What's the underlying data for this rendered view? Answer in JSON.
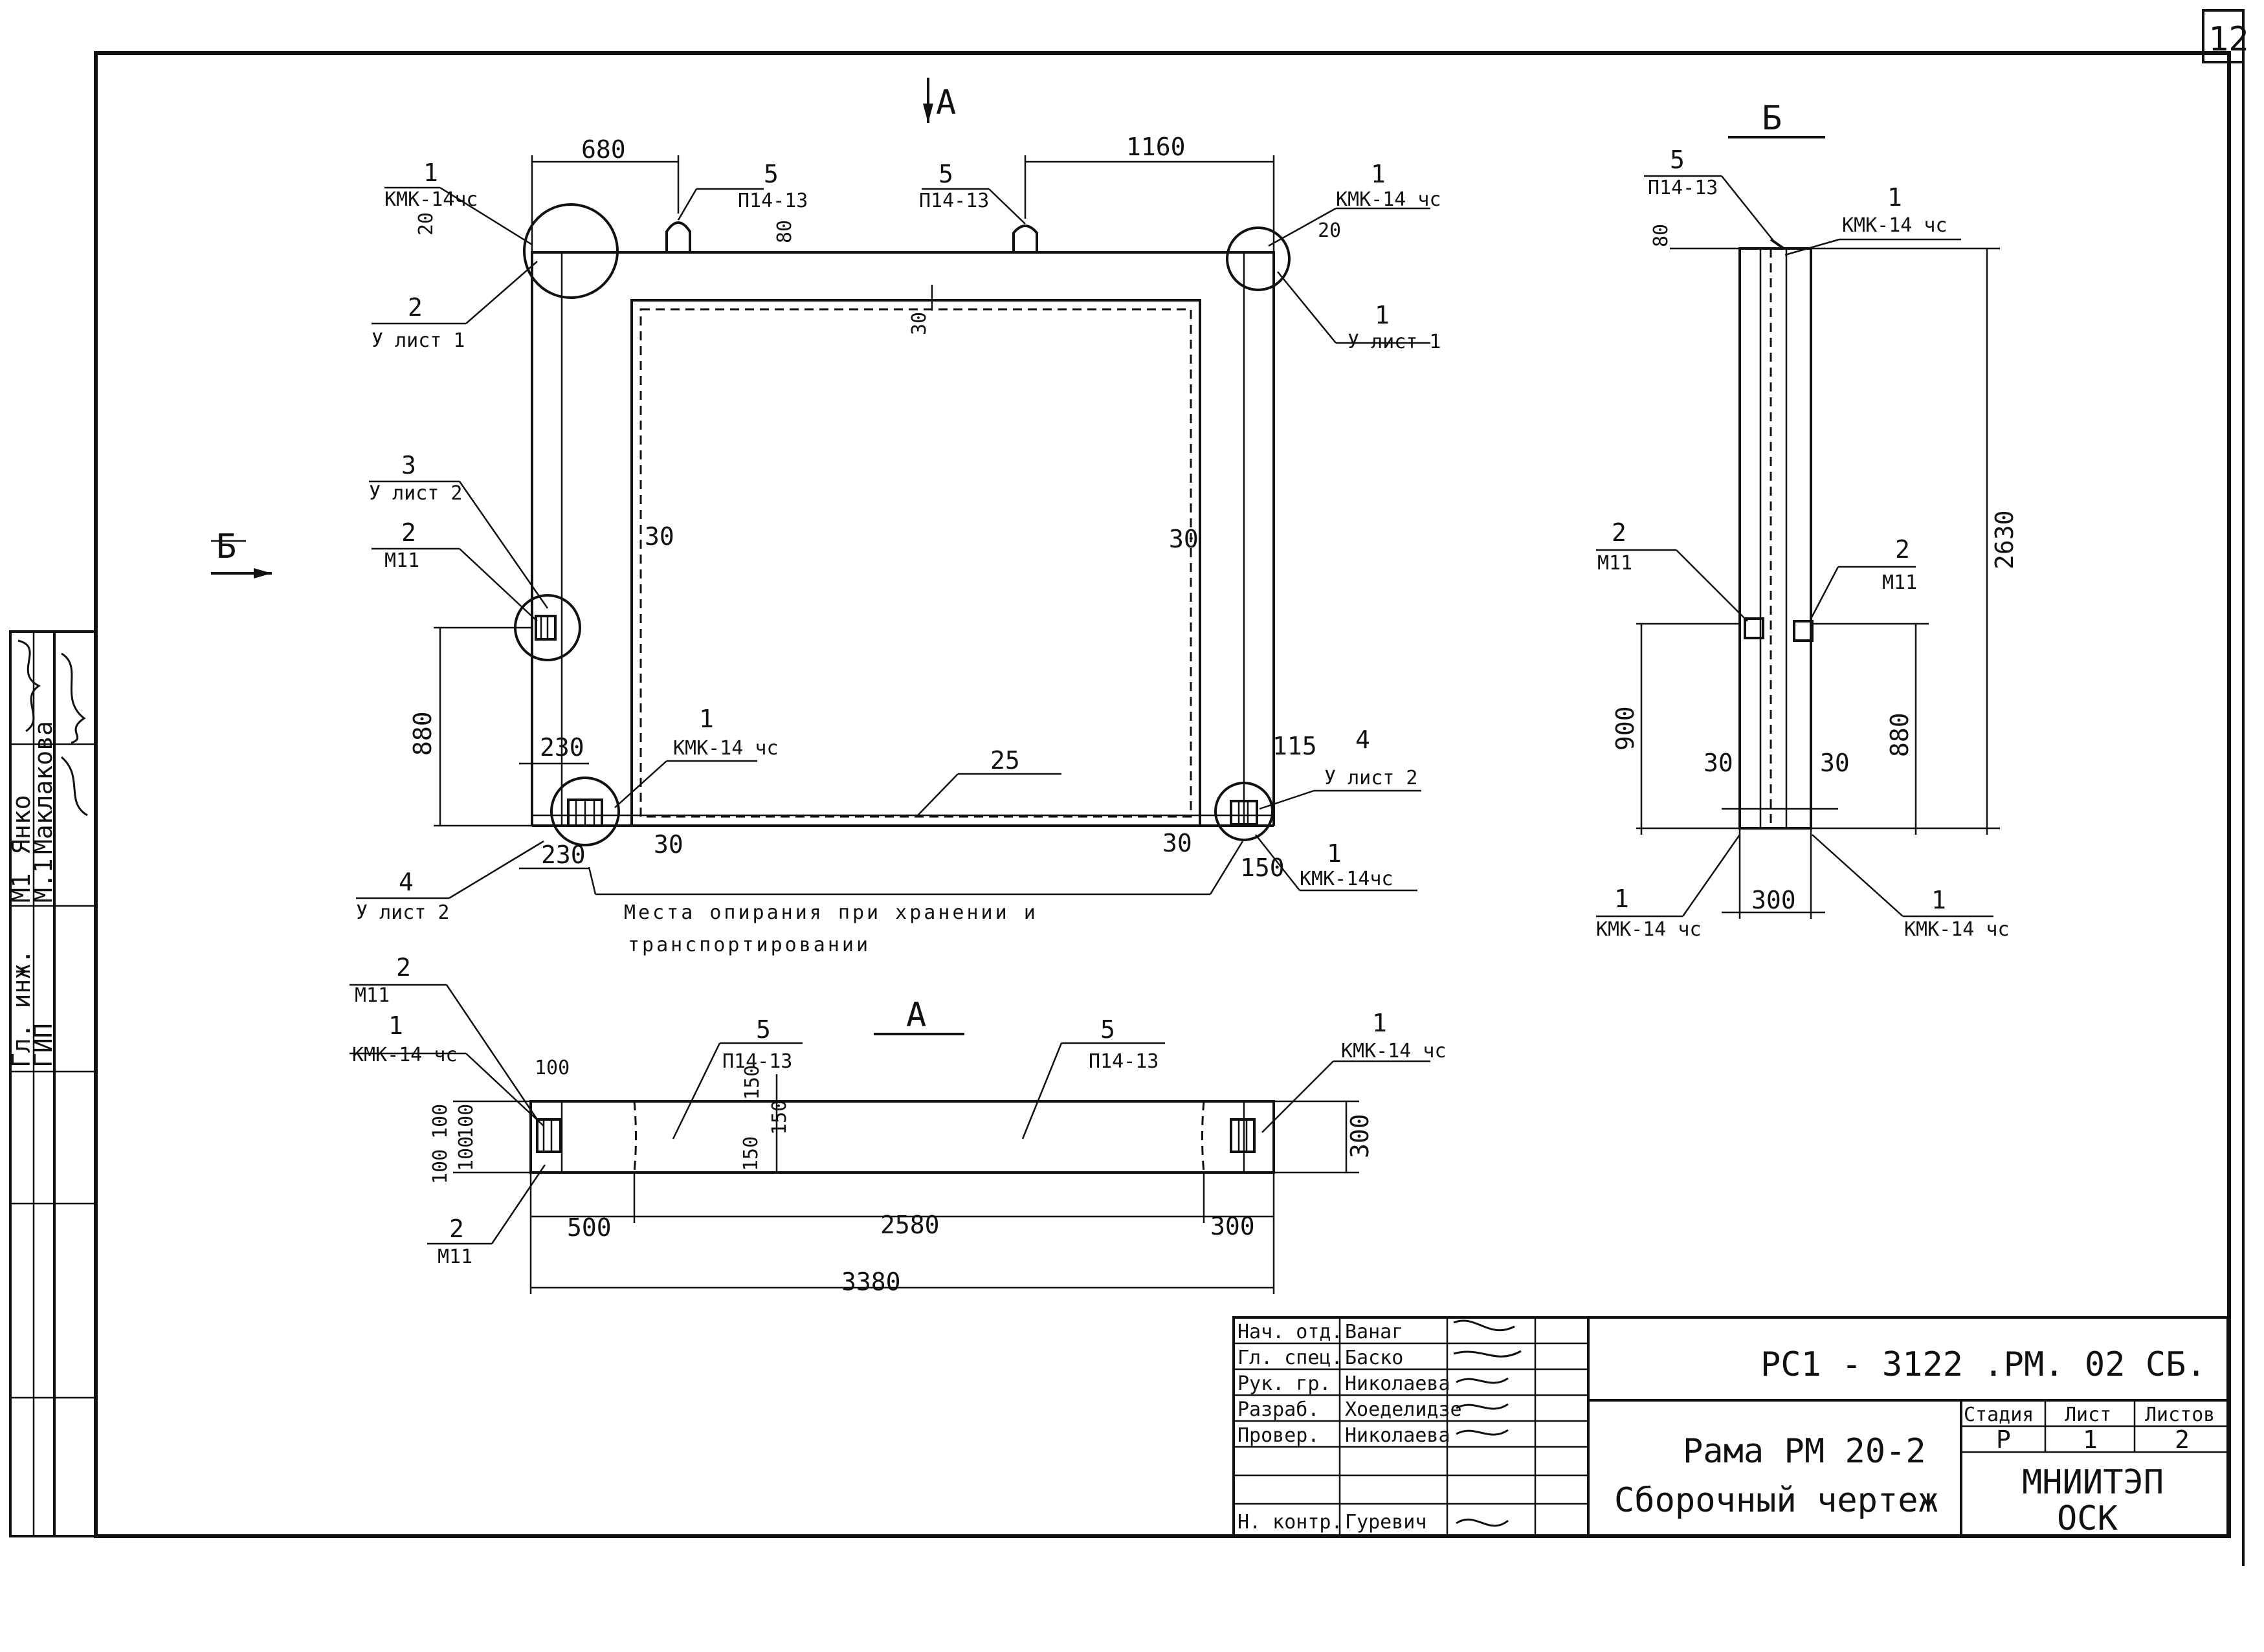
{
  "sheet_number": "12",
  "views": {
    "view_a_arrow": "А",
    "view_b_arrow": "Б",
    "section_a_title": "А",
    "section_b_title": "Б"
  },
  "front": {
    "dims": {
      "d680": "680",
      "d1160": "1160",
      "d20_left": "20",
      "d20_right": "20",
      "d80": "80",
      "d30_top": "30",
      "d30_left": "30",
      "d30_right": "30",
      "d880": "880",
      "d230_top": "230",
      "d230_bottom": "230",
      "d30_bl": "30",
      "d30_br": "30",
      "d115": "115",
      "d150": "150",
      "d25": "25"
    },
    "callouts": {
      "c1_tl_num": "1",
      "c1_tl_label": "КМК-14чс",
      "c5_l_num": "5",
      "c5_l_label": "П14-13",
      "c5_r_num": "5",
      "c5_r_label": "П14-13",
      "c1_tr_num": "1",
      "c1_tr_label": "КМК-14 чс",
      "c2_tl_num": "2",
      "c2_tl_label": "У лист 1",
      "c1_tr2_num": "1",
      "c1_tr2_label": "У лист 1",
      "c3_num": "3",
      "c3_label": "У лист 2",
      "c2_m_num": "2",
      "c2_m_label": "М11",
      "c1_bl_num": "1",
      "c1_bl_label": "КМК-14 чс",
      "c4_br_num": "4",
      "c4_br_label": "У лист 2",
      "c4_bl_num": "4",
      "c4_bl_label": "У лист 2",
      "c1_br_num": "1",
      "c1_br_label": "КМК-14чс"
    },
    "note_line1": "Места опирания при хранении   и",
    "note_line2": "транспортировании"
  },
  "section_b": {
    "dims": {
      "d80": "80",
      "d2630": "2630",
      "d900": "900",
      "d880": "880",
      "d30_l": "30",
      "d30_r": "30",
      "d300": "300"
    },
    "callouts": {
      "c5_num": "5",
      "c5_label": "П14-13",
      "c1_top_num": "1",
      "c1_top_label": "КМК-14 чс",
      "c2_l_num": "2",
      "c2_l_label": "М11",
      "c2_r_num": "2",
      "c2_r_label": "М11",
      "c1_bl_num": "1",
      "c1_bl_label": "КМК-14 чс",
      "c1_br_num": "1",
      "c1_br_label": "КМК-14 чс"
    }
  },
  "section_a": {
    "dims": {
      "d100_top": "100",
      "d100a": "100",
      "d100b": "100",
      "d100c": "100",
      "d100d": "100",
      "d150_top": "150",
      "d150_mid": "150",
      "d150_bot": "150",
      "d300_r": "300",
      "d500": "500",
      "d2580": "2580",
      "d300_b": "300",
      "d3380": "3380"
    },
    "callouts": {
      "c2_top_num": "2",
      "c2_top_label": "М11",
      "c1_num": "1",
      "c1_label": "КМК-14 чс",
      "c5_l_num": "5",
      "c5_l_label": "П14-13",
      "c5_r_num": "5",
      "c5_r_label": "П14-13",
      "c1_r_num": "1",
      "c1_r_label": "КМК-14 чс",
      "c2_bot_num": "2",
      "c2_bot_label": "М11"
    }
  },
  "side_stamp": {
    "row1_role": "Гл. инж.",
    "row1_sheet": "М1",
    "row1_name": "Янко",
    "row2_role": "ГИП",
    "row2_sheet": "М.1",
    "row2_name": "Маклакова"
  },
  "title_block": {
    "designation": "РС1 - 3122   .РМ. 02 СБ.",
    "roles": [
      "Нач. отд.",
      "Гл. спец.",
      "Рук. гр.",
      "Разраб.",
      "Провер.",
      "",
      "",
      "Н. контр."
    ],
    "names": [
      "Ванаг",
      "Баско",
      "Николаева",
      "Хоеделидзе",
      "Николаева",
      "",
      "",
      "Гуревич"
    ],
    "drawing_name_line1": "Рама РМ 20-2",
    "drawing_name_line2": "Сборочный чертеж",
    "stage_header": "Стадия",
    "sheet_header": "Лист",
    "sheets_header": "Листов",
    "stage": "Р",
    "sheet": "1",
    "sheets": "2",
    "org_line1": "МНИИТЭП",
    "org_line2": "ОСК"
  }
}
